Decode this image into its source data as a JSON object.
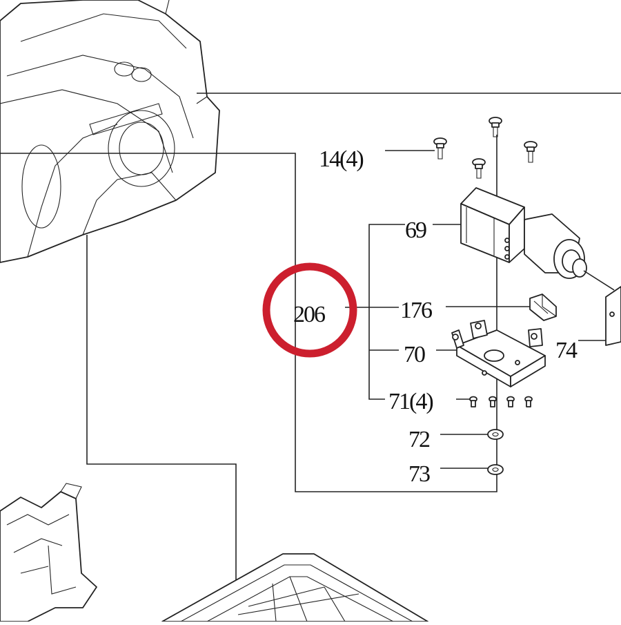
{
  "diagram": {
    "highlight_color": "#cc1f2e",
    "line_color": "#222222",
    "callouts": {
      "c206": "206",
      "c14": "14(4)",
      "c69": "69",
      "c176": "176",
      "c70": "70",
      "c71": "71(4)",
      "c72": "72",
      "c73": "73",
      "c74": "74"
    }
  }
}
